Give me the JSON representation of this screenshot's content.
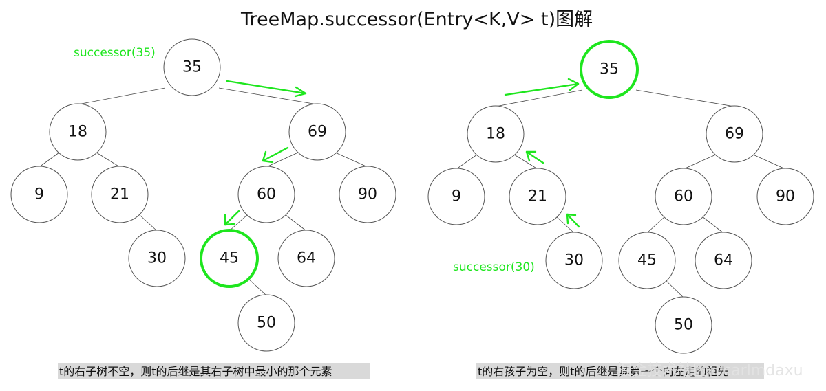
{
  "title": "TreeMap.successor(Entry<K,V> t)图解",
  "left": {
    "successor_label": "successor(35)",
    "caption": "t的右子树不空，则t的后继是其右子树中最小的那个元素",
    "nodes": [
      "35",
      "18",
      "69",
      "9",
      "21",
      "60",
      "90",
      "30",
      "45",
      "64",
      "50"
    ],
    "highlighted": "45"
  },
  "right": {
    "successor_label": "successor(30)",
    "caption": "t的右孩子为空，则t的后继是其第一个向左走的祖先",
    "nodes": [
      "35",
      "18",
      "69",
      "9",
      "21",
      "60",
      "90",
      "30",
      "45",
      "64",
      "50"
    ],
    "highlighted": "35"
  },
  "watermark": "掘金技术社区@carlmdaxu",
  "colors": {
    "highlight": "#1ee61e",
    "text": "#111111",
    "caption_bg": "#d9d9d9"
  }
}
